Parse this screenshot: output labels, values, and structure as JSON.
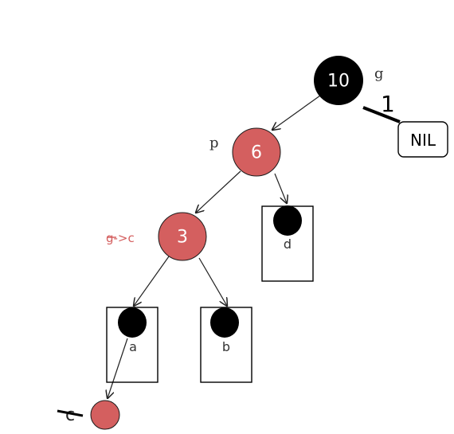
{
  "colors": {
    "red_node": "#d45f5f",
    "black_node": "#000000",
    "red_text": "#d45f5f",
    "edge": "#222222"
  },
  "nodes": {
    "grandparent": {
      "value": "10",
      "color": "black"
    },
    "parent": {
      "value": "6",
      "color": "red"
    },
    "child": {
      "value": "3",
      "color": "red"
    },
    "inserted": {
      "value": "",
      "color": "red"
    }
  },
  "labels": {
    "g": "g",
    "p": "p",
    "g_to_c": "g->c",
    "c": "c",
    "one": "1"
  },
  "nil_box": {
    "text": "NIL"
  },
  "subtrees": {
    "a": "a",
    "b": "b",
    "d": "d"
  }
}
